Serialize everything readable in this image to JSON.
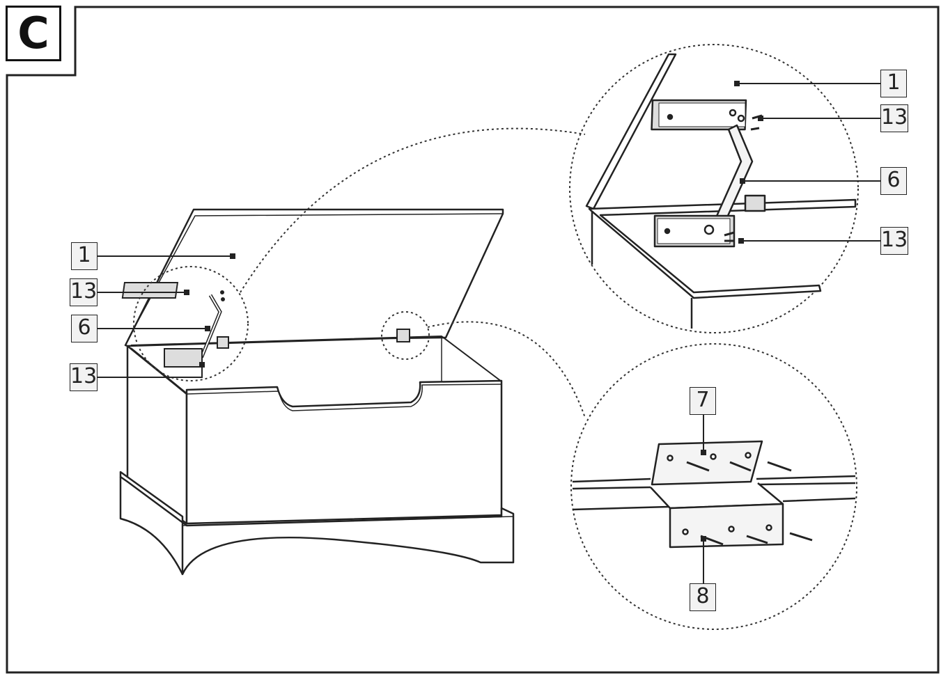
{
  "step": "C",
  "labels": {
    "main_lid": "1",
    "main_screws_top": "13",
    "main_hinge": "6",
    "main_screws_bottom": "13",
    "detail_hinge_lid": "1",
    "detail_hinge_screws_top": "13",
    "detail_hinge_arm": "6",
    "detail_hinge_screws_bottom": "13",
    "detail_latch_plate": "7",
    "detail_latch_screws": "8"
  }
}
